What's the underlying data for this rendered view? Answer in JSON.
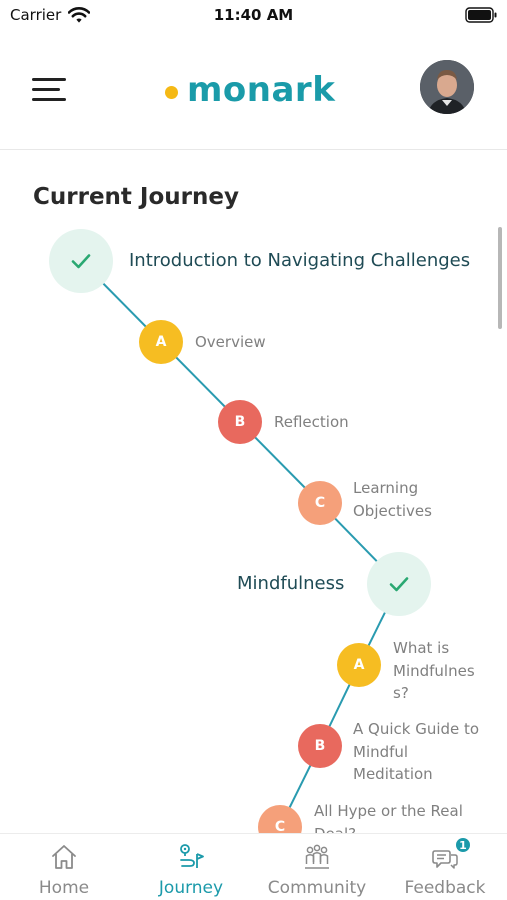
{
  "status_bar": {
    "carrier": "Carrier",
    "time": "11:40 AM"
  },
  "header": {
    "logo_text": "monark",
    "menu_icon": "hamburger-menu-icon",
    "avatar": "user-avatar-photo"
  },
  "journey": {
    "title": "Current Journey",
    "modules": [
      {
        "title": "Introduction to Navigating Challenges",
        "completed": true,
        "steps": [
          {
            "letter": "A",
            "label": "Overview"
          },
          {
            "letter": "B",
            "label": "Reflection"
          },
          {
            "letter": "C",
            "label": "Learning Objectives"
          }
        ]
      },
      {
        "title": "Mindfulness",
        "completed": true,
        "steps": [
          {
            "letter": "A",
            "label": "What is Mindfulnes s?"
          },
          {
            "letter": "B",
            "label": "A Quick Guide to Mindful Meditation"
          },
          {
            "letter": "C",
            "label": "All Hype or the Real Deal?"
          }
        ]
      }
    ]
  },
  "tab_bar": {
    "tabs": [
      {
        "label": "Home",
        "icon": "home-icon",
        "active": false
      },
      {
        "label": "Journey",
        "icon": "journey-map-icon",
        "active": true
      },
      {
        "label": "Community",
        "icon": "community-icon",
        "active": false
      },
      {
        "label": "Feedback",
        "icon": "feedback-icon",
        "active": false,
        "badge": "1"
      }
    ]
  },
  "colors": {
    "brand_teal": "#1a9ba9",
    "logo_dot": "#f5b915",
    "step_a": "#f6bd22",
    "step_b": "#e8695e",
    "step_c": "#f5a07a",
    "check_green": "#2aa872",
    "module_circle": "#e4f4ee",
    "path_line": "#2a9bb0"
  }
}
